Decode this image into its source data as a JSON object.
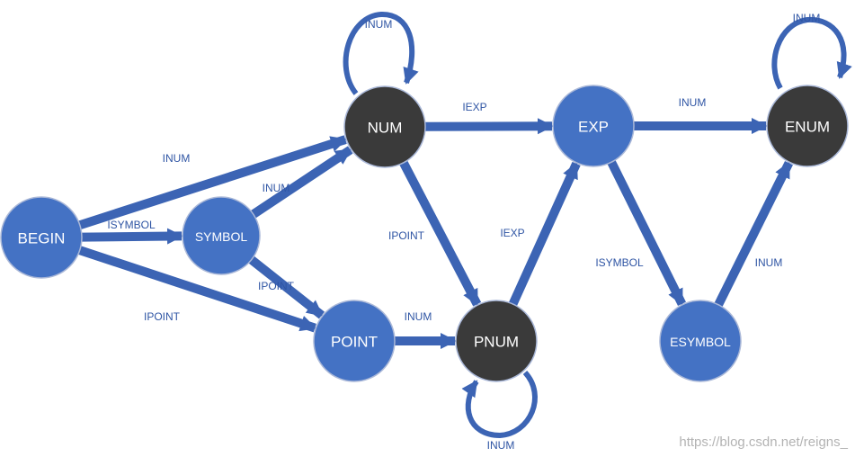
{
  "colors": {
    "state": "#4472c4",
    "accepting": "#3a3a3a",
    "edge": "#3c64b4",
    "label": "#2f55a4"
  },
  "nodes": [
    {
      "id": "begin",
      "label": "BEGIN",
      "kind": "state"
    },
    {
      "id": "symbol",
      "label": "SYMBOL",
      "kind": "state"
    },
    {
      "id": "num",
      "label": "NUM",
      "kind": "accepting"
    },
    {
      "id": "point",
      "label": "POINT",
      "kind": "state"
    },
    {
      "id": "pnum",
      "label": "PNUM",
      "kind": "accepting"
    },
    {
      "id": "exp",
      "label": "EXP",
      "kind": "state"
    },
    {
      "id": "esymbol",
      "label": "ESYMBOL",
      "kind": "state"
    },
    {
      "id": "enum",
      "label": "ENUM",
      "kind": "accepting"
    }
  ],
  "edges": [
    {
      "from": "begin",
      "to": "num",
      "label": "INUM"
    },
    {
      "from": "begin",
      "to": "symbol",
      "label": "ISYMBOL"
    },
    {
      "from": "begin",
      "to": "point",
      "label": "IPOINT"
    },
    {
      "from": "symbol",
      "to": "num",
      "label": "INUM"
    },
    {
      "from": "symbol",
      "to": "point",
      "label": "IPOINT"
    },
    {
      "from": "num",
      "to": "num",
      "label": "INUM"
    },
    {
      "from": "num",
      "to": "exp",
      "label": "IEXP"
    },
    {
      "from": "num",
      "to": "pnum",
      "label": "IPOINT"
    },
    {
      "from": "point",
      "to": "pnum",
      "label": "INUM"
    },
    {
      "from": "pnum",
      "to": "pnum",
      "label": "INUM"
    },
    {
      "from": "pnum",
      "to": "exp",
      "label": "IEXP"
    },
    {
      "from": "exp",
      "to": "enum",
      "label": "INUM"
    },
    {
      "from": "exp",
      "to": "esymbol",
      "label": "ISYMBOL"
    },
    {
      "from": "esymbol",
      "to": "enum",
      "label": "INUM"
    },
    {
      "from": "enum",
      "to": "enum",
      "label": "INUM"
    }
  ],
  "watermark": "https://blog.csdn.net/reigns_"
}
